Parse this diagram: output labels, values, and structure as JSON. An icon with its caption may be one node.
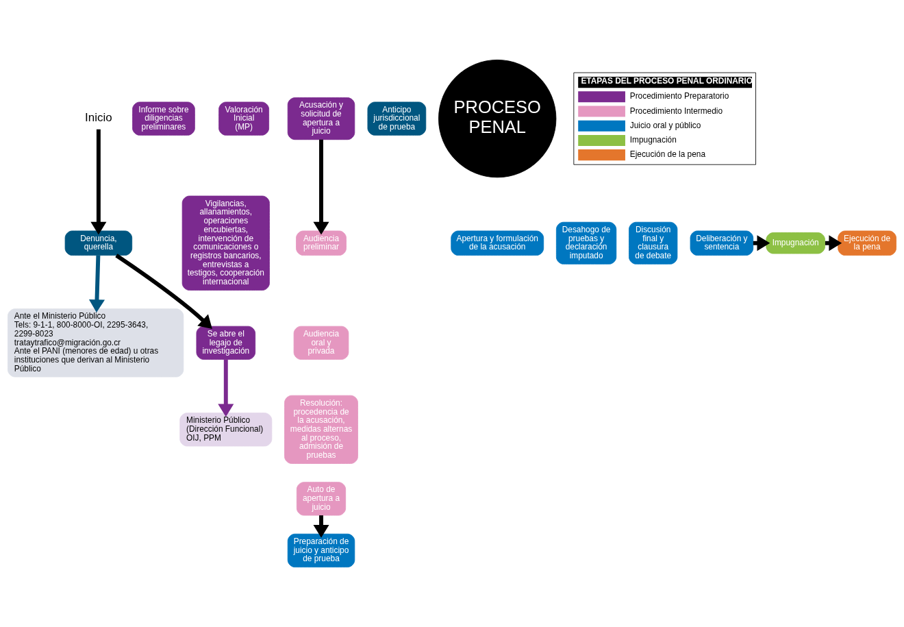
{
  "diagram": {
    "nodes": [
      {
        "text": [
          "Inicio"
        ]
      },
      {
        "text": [
          "Denuncia, querella"
        ]
      },
      {
        "text": [
          "Ante el Ministerio Público",
          "Tels: 9-1-1, 800-8000-OI, 2295-3643, 2299-8023",
          "trataytrafico@migración.go.cr",
          "Ante el PANI (menores de edad) u otras instituciones que derivan al Ministerio Público"
        ]
      },
      {
        "text": [
          "Se abre el legajo de investigación"
        ]
      },
      {
        "text": [
          "Ministerio Público (Dirección Funcional)",
          "OIJ, PPM"
        ]
      },
      {
        "text": [
          "Vigilancias, allanamientos, operaciones encubiertas, intervención de comunicaciones o registros bancarios, entrevistas a testigos, cooperación internacional"
        ]
      },
      {
        "text": [
          "Informe sobre diligencias preliminares"
        ]
      },
      {
        "text": [
          "Valoración Inicial (MP)"
        ]
      },
      {
        "text": [
          "Acusación y solicitud de apertura a juicio"
        ]
      },
      {
        "text": [
          "Anticipo jurisdiccional de prueba"
        ]
      },
      {
        "text": [
          "Audiencia preliminar"
        ]
      },
      {
        "text": [
          "Audiencia oral y privada"
        ]
      },
      {
        "text": [
          "Resolución: procedencia de la acusación, medidas alternas al proceso, admisión de pruebas"
        ]
      },
      {
        "text": [
          "Auto de apertura a juicio"
        ]
      },
      {
        "text": [
          "PROCESO",
          "PENAL"
        ]
      },
      {
        "text": [
          "Preparación de juicio y anticipo de prueba"
        ]
      },
      {
        "text": [
          "Apertura y formulación de la acusación"
        ]
      },
      {
        "text": [
          "Desahogo de pruebas y declaración imputado"
        ]
      },
      {
        "text": [
          "Discusión final y clausura de debate"
        ]
      },
      {
        "text": [
          "Deliberación y sentencia"
        ]
      },
      {
        "text": [
          "Impugnación"
        ]
      },
      {
        "text": [
          "Ejecución de la pena"
        ]
      }
    ],
    "edges": [
      {
        "from": 0,
        "to": 1,
        "arrow": "to"
      },
      {
        "from": 1,
        "to": 2,
        "arrow": "to",
        "color": "#005680"
      },
      {
        "from": 1,
        "to": 3,
        "arrow": "to"
      },
      {
        "from": 3,
        "to": 4,
        "arrow": "to",
        "color": "#7b2a8f"
      },
      {
        "from": 8,
        "to": 10,
        "arrow": "to"
      },
      {
        "from": 13,
        "to": 15,
        "arrow": "to"
      },
      {
        "from": 19,
        "to": 20,
        "arrow": "to"
      },
      {
        "from": 20,
        "to": 21,
        "arrow": "to"
      }
    ],
    "labels": [
      "ETAPAS DEL PROCESO PENAL ORDINARIO"
    ],
    "legend": [
      {
        "text": "Procedimiento Preparatorio",
        "color": "#7b2a8f"
      },
      {
        "text": "Procedimiento Intermedio",
        "color": "#e597c0"
      },
      {
        "text": "Juicio oral y público",
        "color": "#0077c0"
      },
      {
        "text": "Impugnación",
        "color": "#8dc044"
      },
      {
        "text": "Ejecución de la pena",
        "color": "#e4762c"
      }
    ]
  }
}
